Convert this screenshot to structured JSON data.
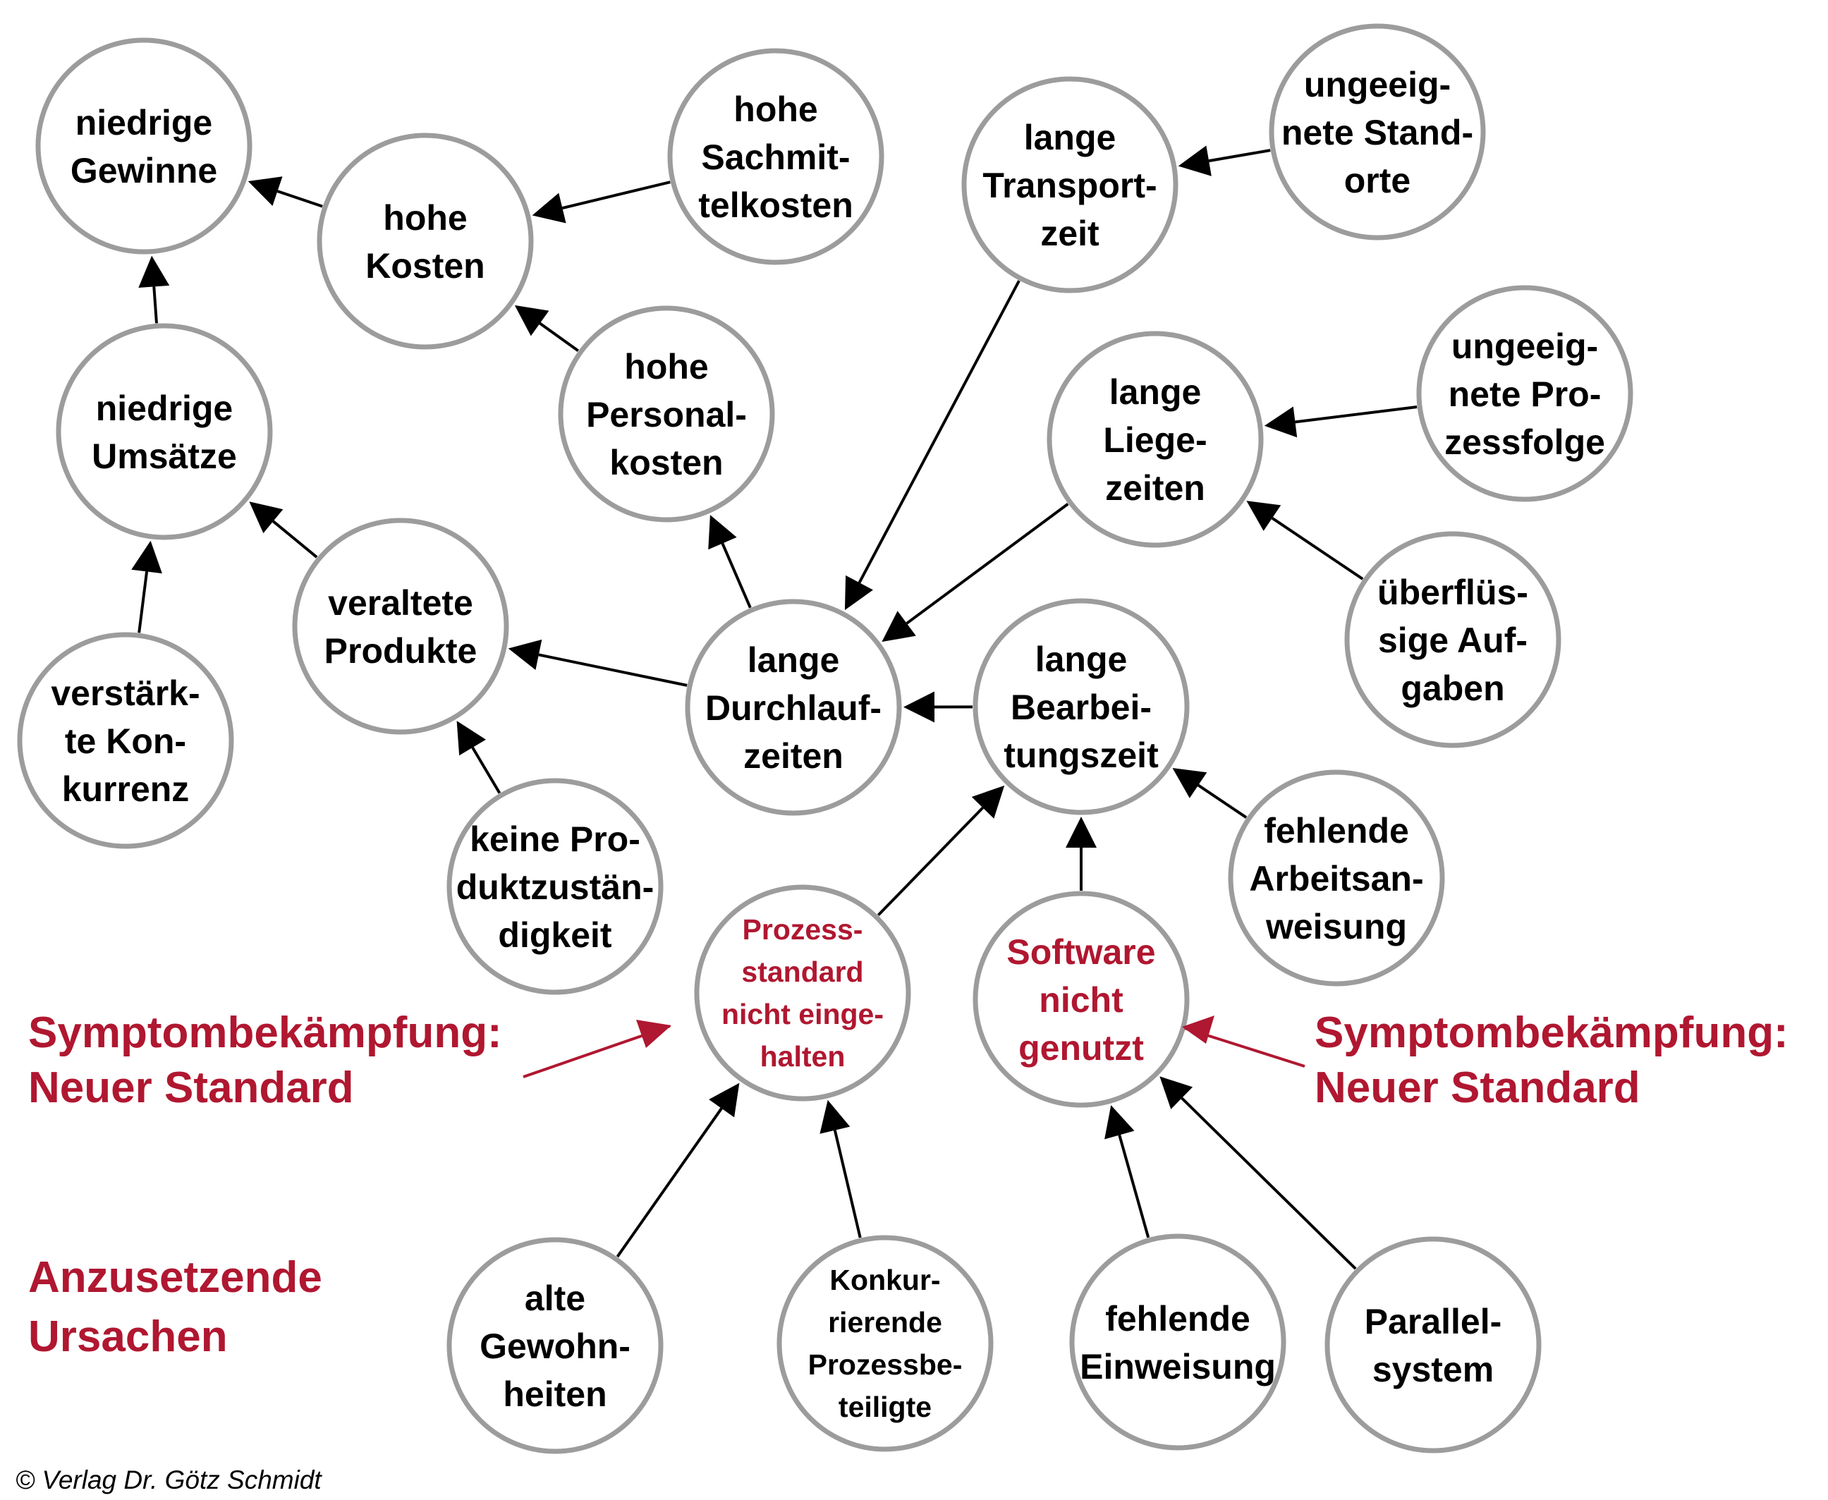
{
  "title": "Ursache-Wirkungs-Netz",
  "colors": {
    "accent": "#b01730",
    "circle_stroke": "#9c9c9c",
    "text": "#000000"
  },
  "nodes": [
    {
      "id": "niedrige-gewinne",
      "lines": [
        "niedrige",
        "Gewinne"
      ]
    },
    {
      "id": "hohe-kosten",
      "lines": [
        "hohe",
        "Kosten"
      ]
    },
    {
      "id": "hohe-sachmittelkosten",
      "lines": [
        "hohe",
        "Sachmit-",
        "telkosten"
      ]
    },
    {
      "id": "lange-transportzeit",
      "lines": [
        "lange",
        "Transport-",
        "zeit"
      ]
    },
    {
      "id": "ungeeignete-standorte",
      "lines": [
        "ungeeig-",
        "nete Stand-",
        "orte"
      ]
    },
    {
      "id": "niedrige-umsaetze",
      "lines": [
        "niedrige",
        "Umsätze"
      ]
    },
    {
      "id": "hohe-personalkosten",
      "lines": [
        "hohe",
        "Personal-",
        "kosten"
      ]
    },
    {
      "id": "lange-liegezeiten",
      "lines": [
        "lange",
        "Liege-",
        "zeiten"
      ]
    },
    {
      "id": "ungeeignete-prozessfolge",
      "lines": [
        "ungeeig-",
        "nete Pro-",
        "zessfolge"
      ]
    },
    {
      "id": "veraltete-produkte",
      "lines": [
        "veraltete",
        "Produkte"
      ]
    },
    {
      "id": "lange-durchlaufzeiten",
      "lines": [
        "lange",
        "Durchlauf-",
        "zeiten"
      ]
    },
    {
      "id": "lange-bearbeitungszeit",
      "lines": [
        "lange",
        "Bearbei-",
        "tungszeit"
      ]
    },
    {
      "id": "ueberfluessige-aufgaben",
      "lines": [
        "überflüs-",
        "sige Auf-",
        "gaben"
      ]
    },
    {
      "id": "verstaerkte-konkurrenz",
      "lines": [
        "verstärk-",
        "te Kon-",
        "kurrenz"
      ]
    },
    {
      "id": "keine-produktzustaendigkeit",
      "lines": [
        "keine Pro-",
        "duktzustän-",
        "digkeit"
      ]
    },
    {
      "id": "fehlende-arbeitsanweisung",
      "lines": [
        "fehlende",
        "Arbeitsan-",
        "weisung"
      ]
    },
    {
      "id": "prozessstandard-nicht-eingehalten",
      "lines": [
        "Prozess-",
        "standard",
        "nicht einge-",
        "halten"
      ],
      "highlight": true
    },
    {
      "id": "software-nicht-genutzt",
      "lines": [
        "Software",
        "nicht",
        "genutzt"
      ],
      "highlight": true
    },
    {
      "id": "alte-gewohnheiten",
      "lines": [
        "alte",
        "Gewohn-",
        "heiten"
      ]
    },
    {
      "id": "konkurrierende-prozessbeteiligte",
      "lines": [
        "Konkur-",
        "rierende",
        "Prozessbe-",
        "teiligte"
      ]
    },
    {
      "id": "fehlende-einweisung",
      "lines": [
        "fehlende",
        "Einweisung"
      ]
    },
    {
      "id": "parallelsystem",
      "lines": [
        "Parallel-",
        "system"
      ]
    }
  ],
  "edges": [
    {
      "from": "hohe-kosten",
      "to": "niedrige-gewinne"
    },
    {
      "from": "niedrige-umsaetze",
      "to": "niedrige-gewinne"
    },
    {
      "from": "hohe-sachmittelkosten",
      "to": "hohe-kosten"
    },
    {
      "from": "hohe-personalkosten",
      "to": "hohe-kosten"
    },
    {
      "from": "ungeeignete-standorte",
      "to": "lange-transportzeit"
    },
    {
      "from": "lange-transportzeit",
      "to": "lange-durchlaufzeiten"
    },
    {
      "from": "ungeeignete-prozessfolge",
      "to": "lange-liegezeiten"
    },
    {
      "from": "ueberfluessige-aufgaben",
      "to": "lange-liegezeiten"
    },
    {
      "from": "lange-liegezeiten",
      "to": "lange-durchlaufzeiten"
    },
    {
      "from": "veraltete-produkte",
      "to": "niedrige-umsaetze"
    },
    {
      "from": "verstaerkte-konkurrenz",
      "to": "niedrige-umsaetze"
    },
    {
      "from": "lange-durchlaufzeiten",
      "to": "veraltete-produkte"
    },
    {
      "from": "lange-durchlaufzeiten",
      "to": "hohe-personalkosten"
    },
    {
      "from": "keine-produktzustaendigkeit",
      "to": "veraltete-produkte"
    },
    {
      "from": "lange-bearbeitungszeit",
      "to": "lange-durchlaufzeiten"
    },
    {
      "from": "fehlende-arbeitsanweisung",
      "to": "lange-bearbeitungszeit"
    },
    {
      "from": "prozessstandard-nicht-eingehalten",
      "to": "lange-bearbeitungszeit"
    },
    {
      "from": "software-nicht-genutzt",
      "to": "lange-bearbeitungszeit"
    },
    {
      "from": "alte-gewohnheiten",
      "to": "prozessstandard-nicht-eingehalten"
    },
    {
      "from": "konkurrierende-prozessbeteiligte",
      "to": "prozessstandard-nicht-eingehalten"
    },
    {
      "from": "fehlende-einweisung",
      "to": "software-nicht-genutzt"
    },
    {
      "from": "parallelsystem",
      "to": "software-nicht-genutzt"
    }
  ],
  "annotations": {
    "left_symptom": {
      "line1": "Symptombekämpfung:",
      "line2": "Neuer Standard"
    },
    "right_symptom": {
      "line1": "Symptombekämpfung:",
      "line2": "Neuer Standard"
    },
    "causes": {
      "line1": "Anzusetzende",
      "line2": "Ursachen"
    }
  },
  "copyright": "© Verlag Dr. Götz Schmidt"
}
